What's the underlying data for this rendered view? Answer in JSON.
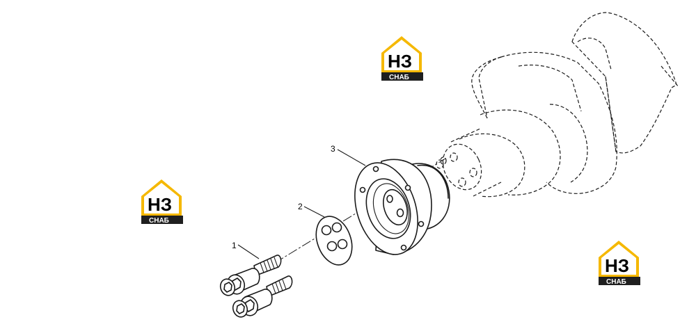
{
  "callouts": [
    {
      "number": "1"
    },
    {
      "number": "2"
    },
    {
      "number": "3"
    }
  ],
  "watermark": {
    "big_text": "НЗ",
    "small_text": "СНАБ",
    "accent_color": "#f5b800",
    "dark_color": "#1f1f1f"
  }
}
